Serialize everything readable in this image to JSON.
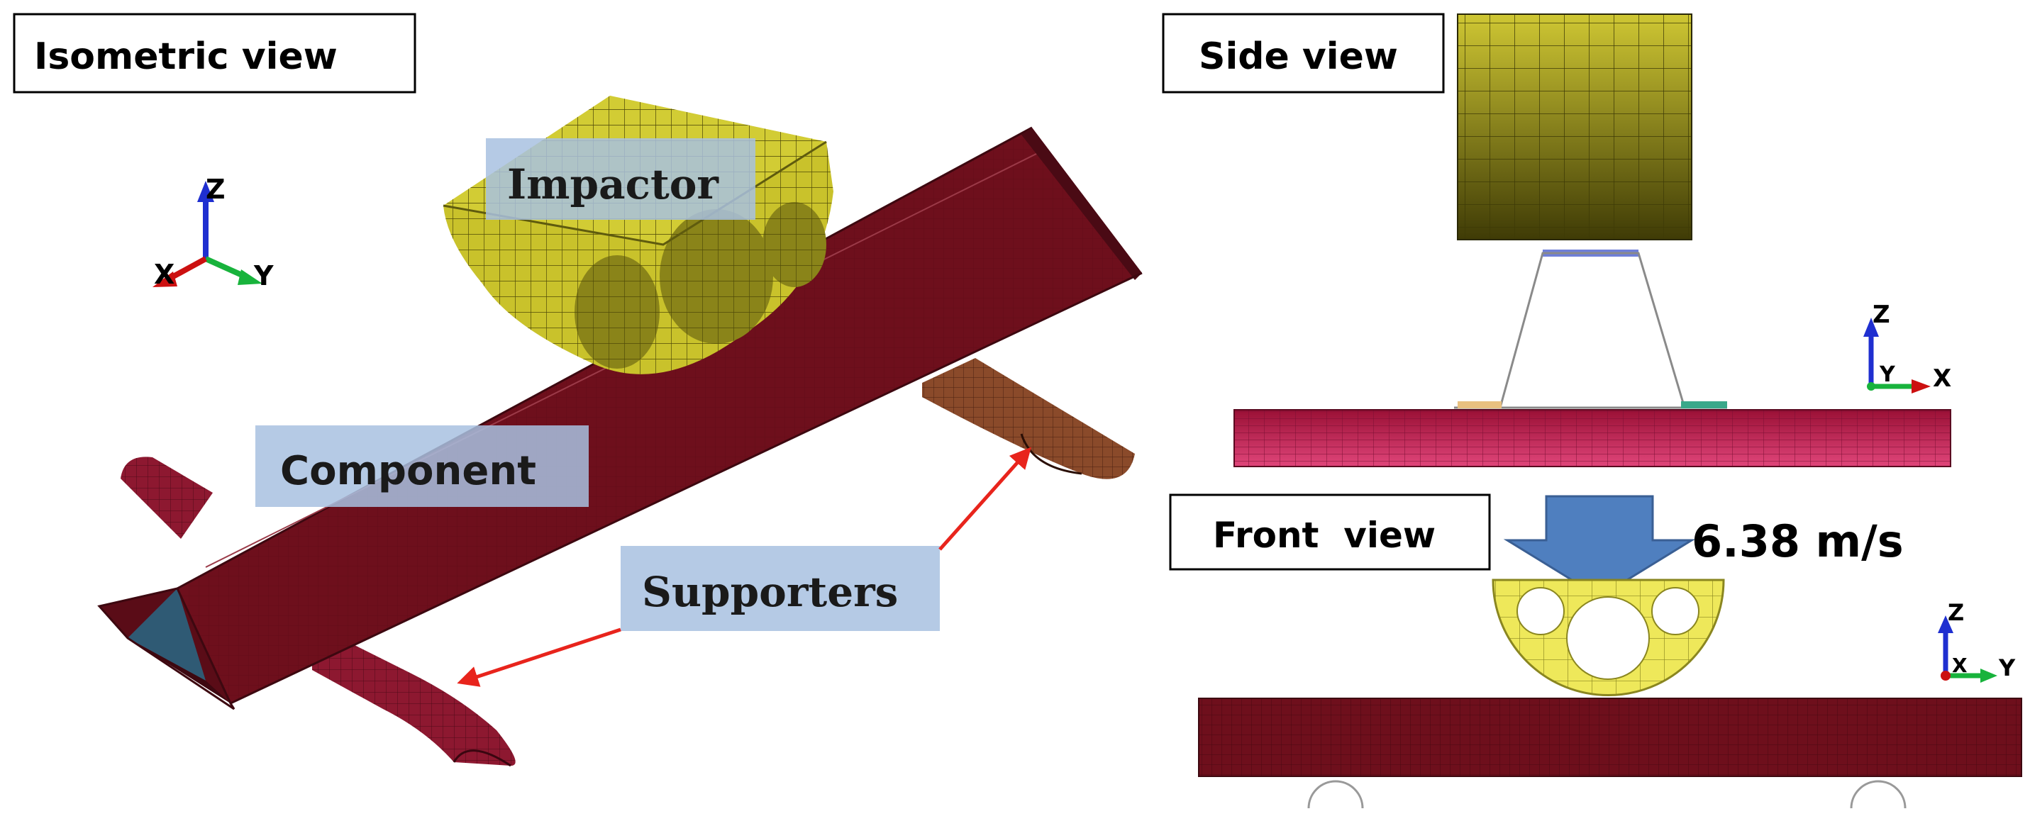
{
  "views": {
    "isometric": "Isometric view",
    "side": "Side view",
    "front": "Front  view"
  },
  "labels": {
    "impactor": "Impactor",
    "component": "Component",
    "supporters": "Supporters"
  },
  "velocity": "6.38 m/s",
  "axes": {
    "iso": {
      "z": "Z",
      "x": "X",
      "y": "Y"
    },
    "side": {
      "z": "Z",
      "y": "Y",
      "x": "X"
    },
    "front": {
      "z": "Z",
      "x": "X",
      "y": "Y"
    }
  },
  "colors": {
    "component": "#6e0f1c",
    "component_edge": "#3d0810",
    "impactor": "#c9c22b",
    "impactor_dark": "#5f5b0e",
    "supporter_iso": "#8d1830",
    "supporter_back": "#8a4a2a",
    "side_component": "#c21d55",
    "front_impactor": "#eee85a",
    "arrow": "#4f7fbf",
    "label_box": "#a8c1e0",
    "annotation_arrow": "#e8241c",
    "axis_z": "#1f2fd0",
    "axis_y": "#18b33c",
    "axis_x": "#cc1010"
  }
}
